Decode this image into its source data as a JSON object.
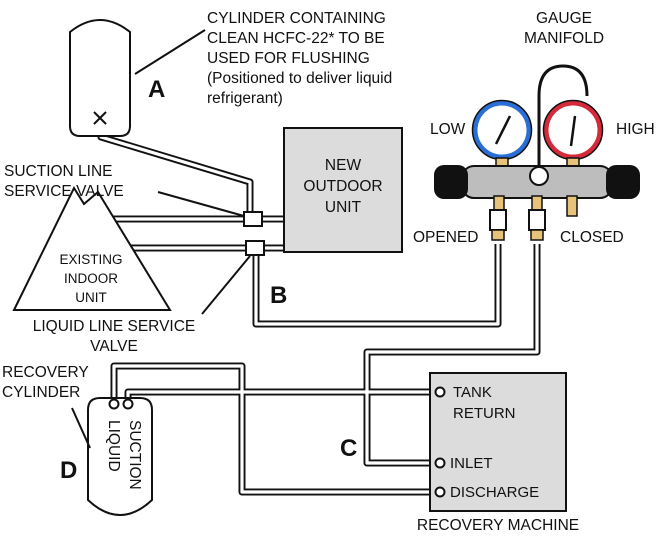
{
  "labels": {
    "flush_cylinder_note": [
      "CYLINDER CONTAINING",
      "CLEAN HCFC-22* TO BE",
      "USED FOR FLUSHING",
      "(Positioned to deliver liquid",
      "refrigerant)"
    ],
    "gauge_manifold": [
      "GAUGE",
      "MANIFOLD"
    ],
    "low": "LOW",
    "high": "HIGH",
    "opened": "OPENED",
    "closed": "CLOSED",
    "new_outdoor_unit": [
      "NEW",
      "OUTDOOR",
      "UNIT"
    ],
    "suction_line_service_valve": [
      "SUCTION LINE",
      "SERVICE VALVE"
    ],
    "existing_indoor_unit": [
      "EXISTING",
      "INDOOR",
      "UNIT"
    ],
    "liquid_line_service_valve": [
      "LIQUID LINE SERVICE",
      "VALVE"
    ],
    "recovery_cylinder": [
      "RECOVERY",
      "CYLINDER"
    ],
    "cylinder_ports": [
      "LIQUID",
      "SUCTION"
    ],
    "recovery_machine_ports": [
      "TANK",
      "RETURN",
      "INLET",
      "DISCHARGE"
    ],
    "recovery_machine": "RECOVERY MACHINE",
    "letters": [
      "A",
      "B",
      "C",
      "D"
    ]
  },
  "colors": {
    "low_gauge_ring": "#2a6fd6",
    "high_gauge_ring": "#d62a3a",
    "unit_fill": "#dcdcdc",
    "manifold_body": "#bdbdbd",
    "fitting_brass": "#e6c27a",
    "hose_cap": "#111111"
  }
}
